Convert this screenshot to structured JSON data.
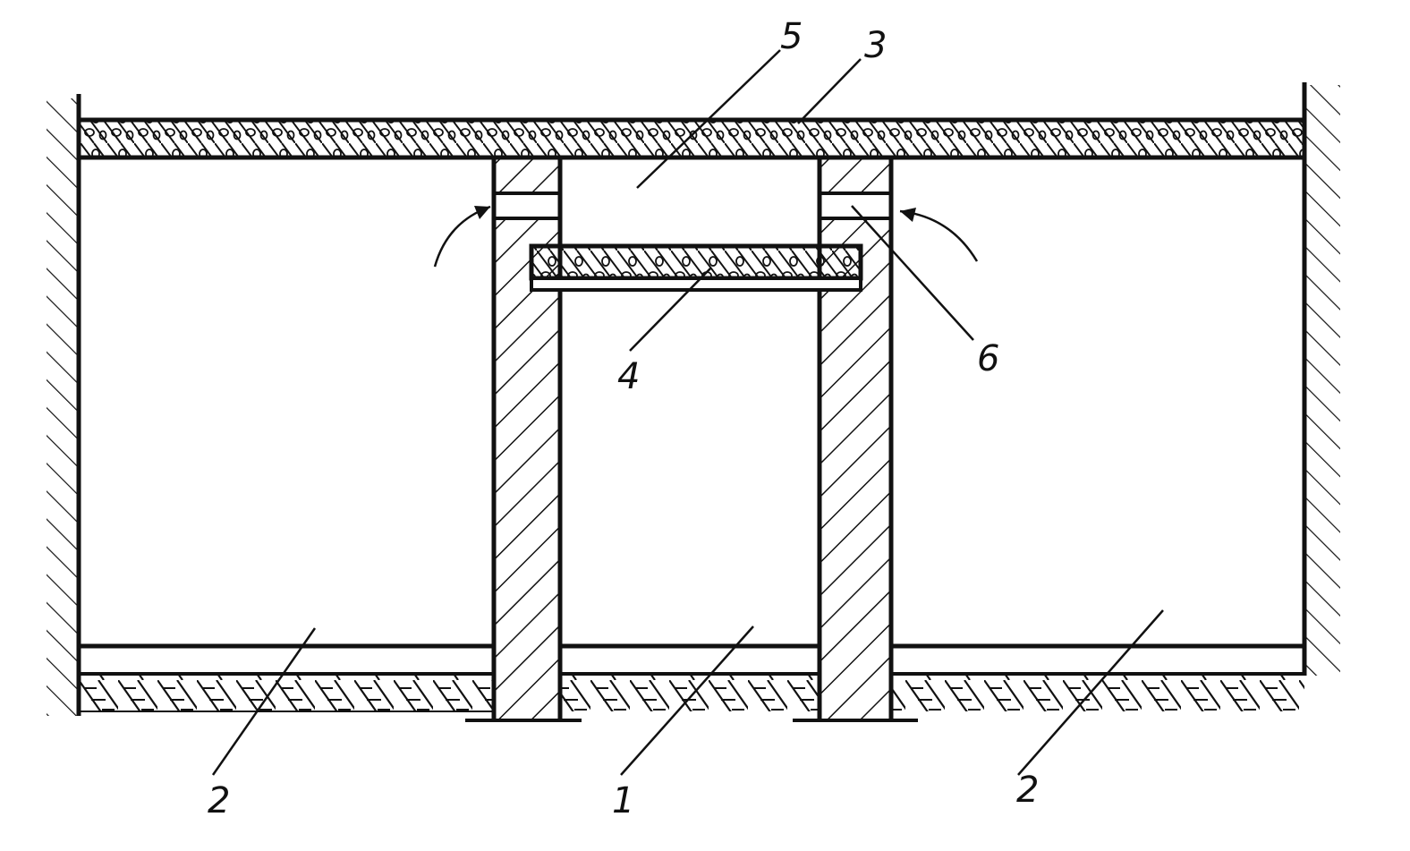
{
  "colors": {
    "line": "#111111",
    "background": "#ffffff"
  },
  "callouts": {
    "label_1": "1",
    "label_2_left": "2",
    "label_2_right": "2",
    "label_3": "3",
    "label_4": "4",
    "label_5": "5",
    "label_6": "6"
  },
  "icons": {
    "airflow_left": "curved-arrow-icon",
    "airflow_right": "curved-arrow-icon"
  }
}
